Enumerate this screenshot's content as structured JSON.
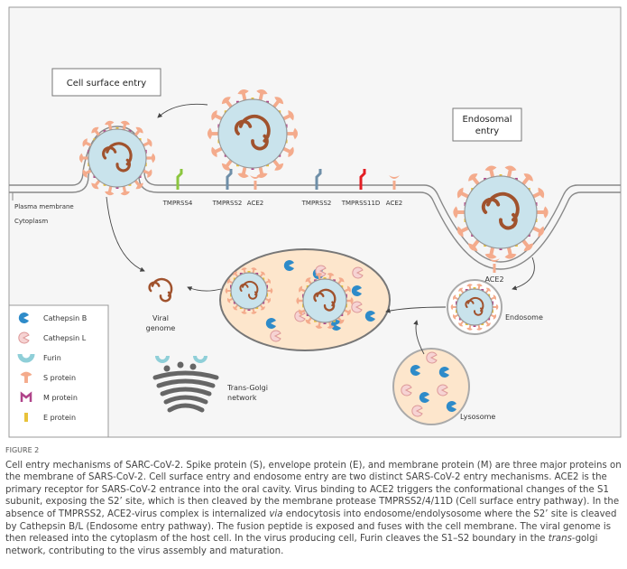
{
  "figure": {
    "labels": {
      "cell_surface_entry": "Cell surface entry",
      "endosomal_entry_1": "Endosomal",
      "endosomal_entry_2": "entry",
      "plasma_membrane": "Plasma membrane",
      "cytoplasm": "Cytoplasm",
      "tmprss4": "TMPRSS4",
      "tmprss2_a": "TMPRSS2",
      "ace2_a": "ACE2",
      "tmprss2_b": "TMPRSS2",
      "tmprss11d": "TMPRSS11D",
      "ace2_b": "ACE2",
      "ace2_c": "ACE2",
      "endosome": "Endosome",
      "lysosome": "Lysosome",
      "viral_genome_1": "Viral",
      "viral_genome_2": "genome",
      "trans_golgi_1": "Trans-Golgi",
      "trans_golgi_2": "network"
    },
    "legend": [
      {
        "icon": "cathepsin-b-icon",
        "label": "Cathepsin B",
        "color": "#2e8bc9"
      },
      {
        "icon": "cathepsin-l-icon",
        "label": "Cathepsin L",
        "color": "#f6d3d3"
      },
      {
        "icon": "furin-icon",
        "label": "Furin",
        "color": "#8fcfd8"
      },
      {
        "icon": "s-protein-icon",
        "label": "S protein",
        "color": "#f4ab8c"
      },
      {
        "icon": "m-protein-icon",
        "label": "M protein",
        "color": "#b0448a"
      },
      {
        "icon": "e-protein-icon",
        "label": "E protein",
        "color": "#e8c23a"
      }
    ],
    "colors": {
      "tmprss4": "#8cc63f",
      "tmprss2": "#6f8fa8",
      "tmprss11d": "#e31e24",
      "virus_fill": "#c9e3ec",
      "genome": "#a0522d",
      "cell_fill": "#fde6cc"
    }
  },
  "caption": {
    "figure_number": "FIGURE 2",
    "text_1": "Cell entry mechanisms of SARC-CoV-2. Spike protein (S), envelope protein (E), and membrane protein (M) are three major proteins on the membrane of SARS-CoV-2. Cell surface entry and endosome entry are two distinct SARS-CoV-2 entry mechanisms. ACE2 is the primary receptor for SARS-CoV-2 entrance into the oral cavity. Virus binding to ACE2 triggers the conformational changes of the S1 subunit, exposing the S2’ site, which is then cleaved by the membrane protease TMPRSS2/4/11D (Cell surface entry pathway). In the absence of TMPRSS2, ACE2-virus complex is internalized ",
    "text_via": "via",
    "text_2": " endocytosis into endosome/endolysosome where the S2’ site is cleaved by Cathepsin B/L (Endosome entry pathway). The fusion peptide is exposed and fuses with the cell membrane. The viral genome is then released into the cytoplasm of the host cell. In the virus producing cell, Furin cleaves the S1–S2 boundary in the ",
    "text_trans": "trans",
    "text_3": "-golgi network, contributing to the virus assembly and maturation."
  }
}
